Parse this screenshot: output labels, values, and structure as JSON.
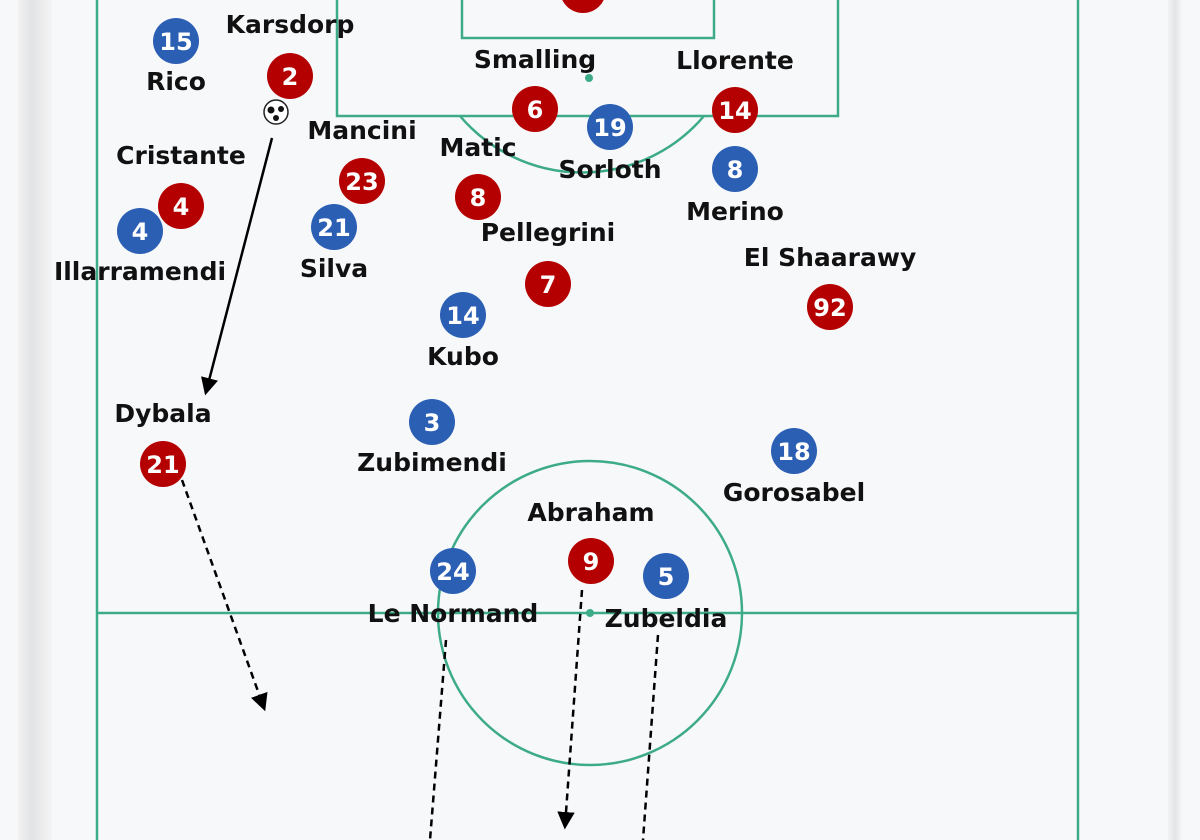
{
  "colors": {
    "home": "#b40000",
    "away": "#2b5fb4",
    "pitch_lines": "#3dab88",
    "background": "#f7f8fa"
  },
  "blue_team": [
    {
      "number": "15",
      "name": "Rico"
    },
    {
      "number": "4",
      "name": "Illarramendi"
    },
    {
      "number": "21",
      "name": "Silva"
    },
    {
      "number": "14",
      "name": "Kubo"
    },
    {
      "number": "3",
      "name": "Zubimendi"
    },
    {
      "number": "19",
      "name": "Sorloth"
    },
    {
      "number": "8",
      "name": "Merino"
    },
    {
      "number": "18",
      "name": "Gorosabel"
    },
    {
      "number": "24",
      "name": "Le Normand"
    },
    {
      "number": "5",
      "name": "Zubeldia"
    }
  ],
  "red_team": [
    {
      "number": "2",
      "name": "Karsdorp"
    },
    {
      "number": "6",
      "name": "Smalling"
    },
    {
      "number": "14",
      "name": "Llorente"
    },
    {
      "number": "4",
      "name": "Cristante"
    },
    {
      "number": "23",
      "name": "Mancini"
    },
    {
      "number": "8",
      "name": "Matic"
    },
    {
      "number": "7",
      "name": "Pellegrini"
    },
    {
      "number": "92",
      "name": "El Shaarawy"
    },
    {
      "number": "21",
      "name": "Dybala"
    },
    {
      "number": "9",
      "name": "Abraham"
    }
  ],
  "ball_icon": "soccer-ball-icon"
}
